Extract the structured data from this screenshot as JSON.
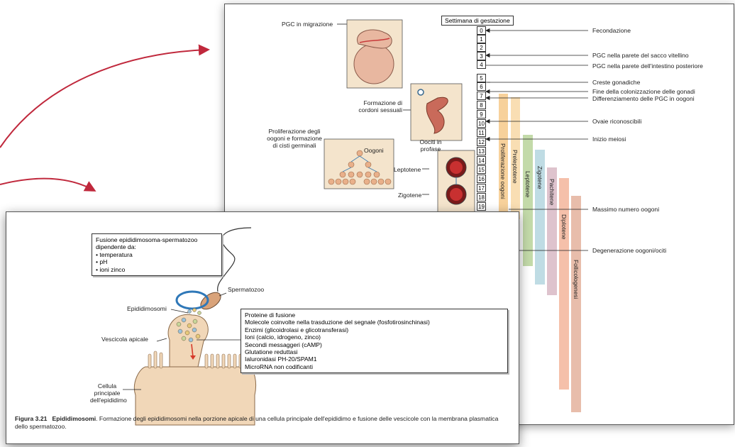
{
  "timeline": {
    "header": "Settimana di gestazione",
    "weeks": [
      "0",
      "1",
      "2",
      "3",
      "4",
      "5",
      "6",
      "7",
      "8",
      "9",
      "10",
      "11",
      "12",
      "13",
      "14",
      "15",
      "16",
      "17",
      "18",
      "19"
    ],
    "events": [
      "Fecondazione",
      "PGC nella parete del sacco vitellino",
      "PGC nella parete dell'intestino posteriore",
      "Creste gonadiche",
      "Fine della colonizzazione delle gonadi",
      "Differenziamento delle PGC in oogoni",
      "Ovaie riconoscibili",
      "Inizio meiosi",
      "Massimo numero oogoni",
      "Degenerazione oogoni/ociti"
    ],
    "stages": [
      "Proliferazione oogoni",
      "Preleptotene",
      "Leptotene",
      "Zigotene",
      "Pachitene",
      "Diplotene",
      "Follicologenesi"
    ],
    "stage_colors": [
      "#f6c98a",
      "#f8d8a6",
      "#b9d39a",
      "#b4d6df",
      "#d8b8c4",
      "#f4b9a1",
      "#e5b6a2"
    ]
  },
  "back_labels": {
    "pgc_migration": "PGC in migrazione",
    "sex_cords": "Formazione di cordoni sessuali",
    "proliferation": "Proliferazione degli oogoni e formazione di cisti germinali",
    "oogonia": "Oogoni",
    "prophase_oocytes": "Oociti in profase",
    "leptotene": "Leptotene",
    "zygotene": "Zigotene"
  },
  "front": {
    "fusion_box": {
      "title": "Fusione epididimosoma-spermatozoo dipendente da:",
      "items": [
        "• temperatura",
        "• pH",
        "• ioni zinco"
      ]
    },
    "spermatozoon": "Spermatozoo",
    "epididymosomes": "Epididimosomi",
    "apical_vesicle": "Vescicola apicale",
    "principal_cell": "Cellula principale dell'epididimo",
    "proteins_box": [
      "Proteine di fusione",
      "Molecole coinvolte nella trasduzione del segnale (fosfotirosinchinasi)",
      "Enzimi (glicoidrolasi e glicotransferasi)",
      "Ioni (calcio, idrogeno, zinco)",
      "Secondi messaggeri (cAMP)",
      "Glutatione reduttasi",
      "Ialuronidasi PH-20/SPAM1",
      "MicroRNA non codificanti"
    ],
    "caption": {
      "figure": "Figura 3.21",
      "title": "Epididimosomi",
      "text": ". Formazione degli epididimosomi nella porzione apicale di una cellula principale dell'epididimo e fusione delle vescicole con la membrana plasmatica dello spermatozoo."
    }
  }
}
